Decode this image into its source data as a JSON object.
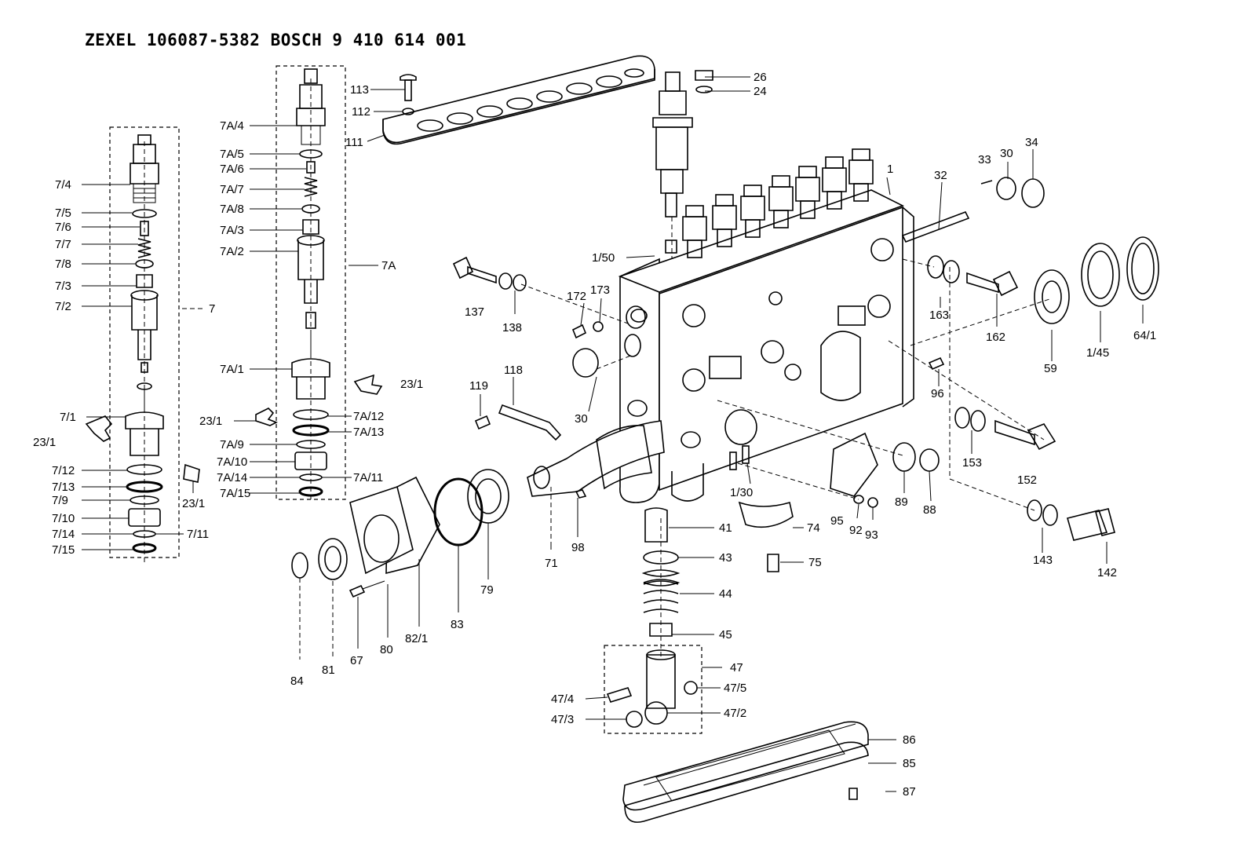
{
  "header": {
    "title": "ZEXEL  106087-5382  BOSCH  9 410 614 001"
  },
  "labels": [
    "7/4",
    "7/5",
    "7/6",
    "7/7",
    "7/8",
    "7/3",
    "7/2",
    "7",
    "7/1",
    "23/1",
    "7/12",
    "7/13",
    "7/9",
    "7/10",
    "7/14",
    "7/15",
    "7/11",
    "23/1",
    "113",
    "112",
    "111",
    "7A/4",
    "7A/5",
    "7A/6",
    "7A/7",
    "7A/8",
    "7A/3",
    "7A/2",
    "7A",
    "7A/1",
    "23/1",
    "23/1",
    "7A/12",
    "7A/13",
    "7A/9",
    "7A/10",
    "7A/14",
    "7A/11",
    "7A/15",
    "26",
    "24",
    "1",
    "32",
    "33",
    "30",
    "34",
    "1/50",
    "137",
    "138",
    "172",
    "173",
    "163",
    "162",
    "59",
    "1/45",
    "64/1",
    "96",
    "30",
    "118",
    "119",
    "153",
    "152",
    "143",
    "142",
    "1/30",
    "89",
    "88",
    "95",
    "92",
    "93",
    "41",
    "74",
    "75",
    "43",
    "44",
    "45",
    "47",
    "47/4",
    "47/5",
    "47/3",
    "47/2",
    "86",
    "85",
    "87",
    "71",
    "98",
    "79",
    "83",
    "82/1",
    "80",
    "67",
    "81",
    "84"
  ]
}
